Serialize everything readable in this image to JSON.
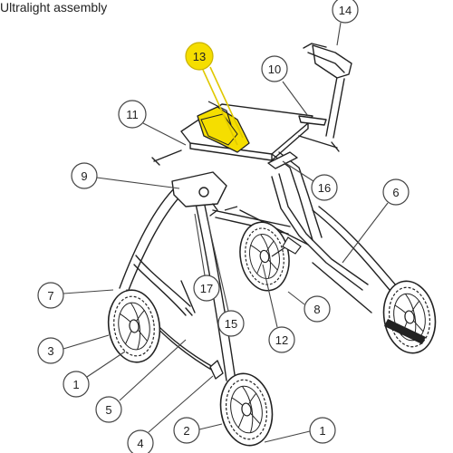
{
  "title": "Ultralight assembly",
  "highlight_color": "#f5de00",
  "callouts": [
    {
      "id": "c14",
      "label": "14"
    },
    {
      "id": "c13",
      "label": "13",
      "highlighted": true
    },
    {
      "id": "c10",
      "label": "10"
    },
    {
      "id": "c11",
      "label": "11"
    },
    {
      "id": "c9",
      "label": "9"
    },
    {
      "id": "c16",
      "label": "16"
    },
    {
      "id": "c6",
      "label": "6"
    },
    {
      "id": "c17",
      "label": "17"
    },
    {
      "id": "c7",
      "label": "7"
    },
    {
      "id": "c15",
      "label": "15"
    },
    {
      "id": "c8",
      "label": "8"
    },
    {
      "id": "c12",
      "label": "12"
    },
    {
      "id": "c3",
      "label": "3"
    },
    {
      "id": "c1a",
      "label": "1"
    },
    {
      "id": "c5",
      "label": "5"
    },
    {
      "id": "c4",
      "label": "4"
    },
    {
      "id": "c2",
      "label": "2"
    },
    {
      "id": "c1b",
      "label": "1"
    }
  ]
}
